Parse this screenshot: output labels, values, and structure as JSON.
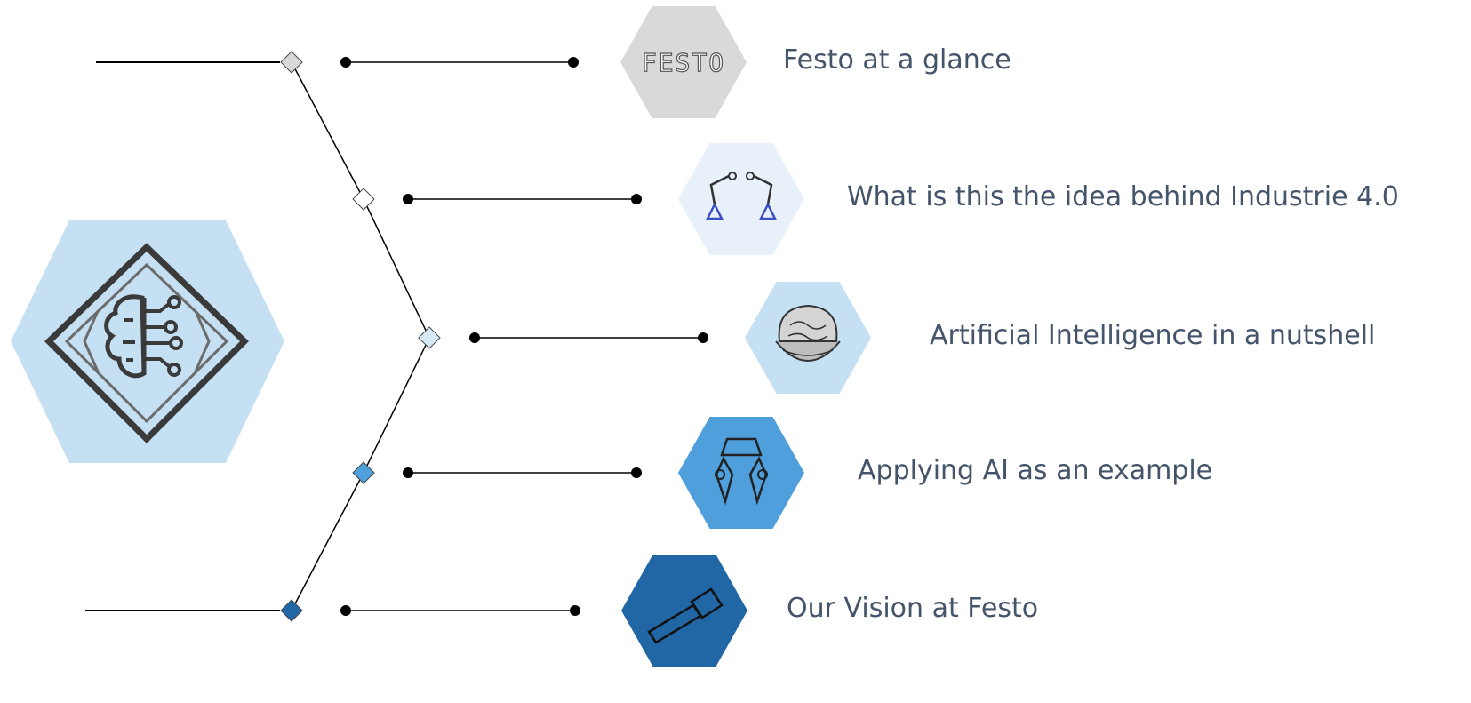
{
  "agenda": {
    "items": [
      {
        "label": "Festo at a glance",
        "icon": "festo-logo-icon",
        "hex_color": "#d9d9d9",
        "diamond_color": "#d9d9d9"
      },
      {
        "label": "What is this the idea behind Industrie 4.0",
        "icon": "robot-arms-icon",
        "hex_color": "#e8f1fa",
        "diamond_color": "#ffffff"
      },
      {
        "label": "Artificial Intelligence in a nutshell",
        "icon": "brain-in-nutshell-icon",
        "hex_color": "#c5e0f2",
        "diamond_color": "#d6e9f7"
      },
      {
        "label": "Applying AI as an example",
        "icon": "gripper-icon",
        "hex_color": "#4f9fdc",
        "diamond_color": "#4f9fdc"
      },
      {
        "label": "Our Vision at Festo",
        "icon": "telescope-icon",
        "hex_color": "#2167a5",
        "diamond_color": "#2167a5"
      }
    ],
    "central_icon": "ai-brain-circuit-icon",
    "central_hex_color": "#c5e0f2",
    "logo_text": "FESTO"
  }
}
